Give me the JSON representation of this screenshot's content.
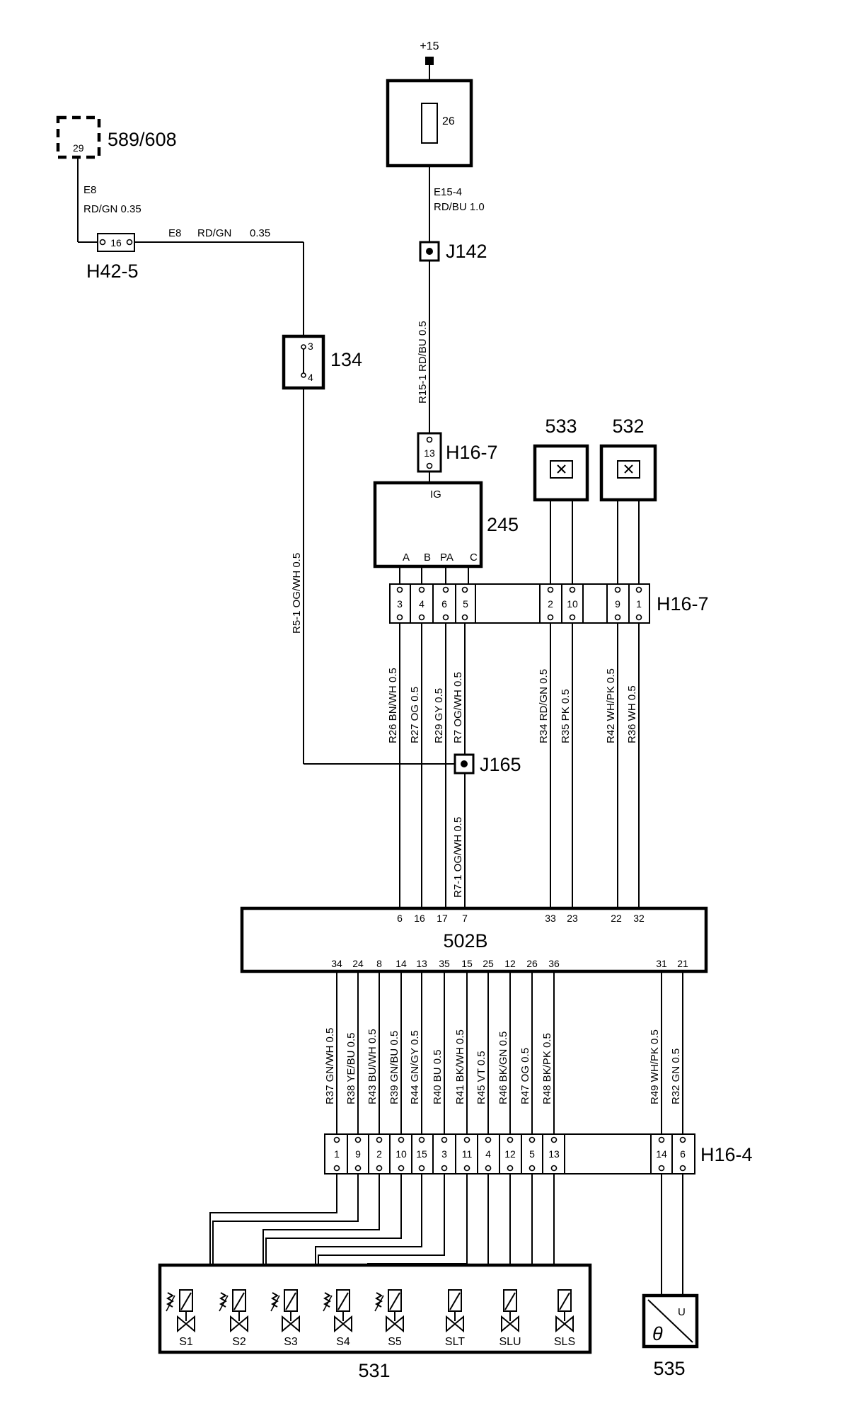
{
  "supply": {
    "label": "+15"
  },
  "fuse": {
    "id": "26"
  },
  "fuse_wire": {
    "name": "E15-4",
    "spec": "RD/BU 1.0"
  },
  "splice_j142": {
    "label": "J142"
  },
  "wire_r15_1": {
    "label": "R15-1  RD/BU  0.5"
  },
  "connector_h16_7_top": {
    "label": "H16-7",
    "pin": "13"
  },
  "ignition_switch": {
    "id": "245",
    "ig_label": "IG",
    "contacts": [
      "A",
      "B",
      "PA",
      "C"
    ]
  },
  "lamps": [
    {
      "id": "533"
    },
    {
      "id": "532"
    }
  ],
  "connector_h16_7": {
    "label": "H16-7",
    "pins": [
      "3",
      "4",
      "6",
      "5",
      "2",
      "10",
      "9",
      "1"
    ]
  },
  "module_589": {
    "id": "589/608",
    "pin": "29"
  },
  "wire_e8_vertical": {
    "name": "E8",
    "spec": "RD/GN  0.35"
  },
  "connector_h42_5": {
    "label": "H42-5",
    "pin": "16"
  },
  "wire_e8_horizontal": {
    "name": "E8",
    "color": "RD/GN",
    "size": "0.35"
  },
  "switch_134": {
    "id": "134",
    "pin_top": "3",
    "pin_bottom": "4"
  },
  "wire_r5_1": {
    "label": "R5-1  OG/WH  0.5"
  },
  "splice_j165": {
    "label": "J165"
  },
  "upper_wires": [
    "R26  BN/WH  0.5",
    "R27  OG  0.5",
    "R29  GY  0.5",
    "R7  OG/WH  0.5",
    "R34  RD/GN  0.5",
    "R35  PK  0.5",
    "R42  WH/PK  0.5",
    "R36  WH  0.5"
  ],
  "wire_r7_1": {
    "label": "R7-1  OG/WH  0.5"
  },
  "control_module": {
    "id": "502B",
    "top_pins": [
      "6",
      "16",
      "17",
      "7",
      "33",
      "23",
      "22",
      "32"
    ],
    "bottom_pins": [
      "34",
      "24",
      "8",
      "14",
      "13",
      "35",
      "15",
      "25",
      "12",
      "26",
      "36",
      "31",
      "21"
    ]
  },
  "lower_wires": [
    "R37  GN/WH  0.5",
    "R38  YE/BU  0.5",
    "R43  BU/WH  0.5",
    "R39  GN/BU  0.5",
    "R44  GN/GY  0.5",
    "R40  BU  0.5",
    "R41  BK/WH  0.5",
    "R45  VT  0.5",
    "R46  BK/GN  0.5",
    "R47  OG  0.5",
    "R48  BK/PK  0.5",
    "R49  WH/PK  0.5",
    "R32  GN  0.5"
  ],
  "connector_h16_4": {
    "label": "H16-4",
    "pins": [
      "1",
      "9",
      "2",
      "10",
      "15",
      "3",
      "11",
      "4",
      "12",
      "5",
      "13",
      "14",
      "6"
    ]
  },
  "valve_block": {
    "id": "531",
    "valves": [
      "S1",
      "S2",
      "S3",
      "S4",
      "S5",
      "SLT",
      "SLU",
      "SLS"
    ]
  },
  "temp_sensor": {
    "id": "535",
    "u_label": "U",
    "theta_label": "θ"
  }
}
